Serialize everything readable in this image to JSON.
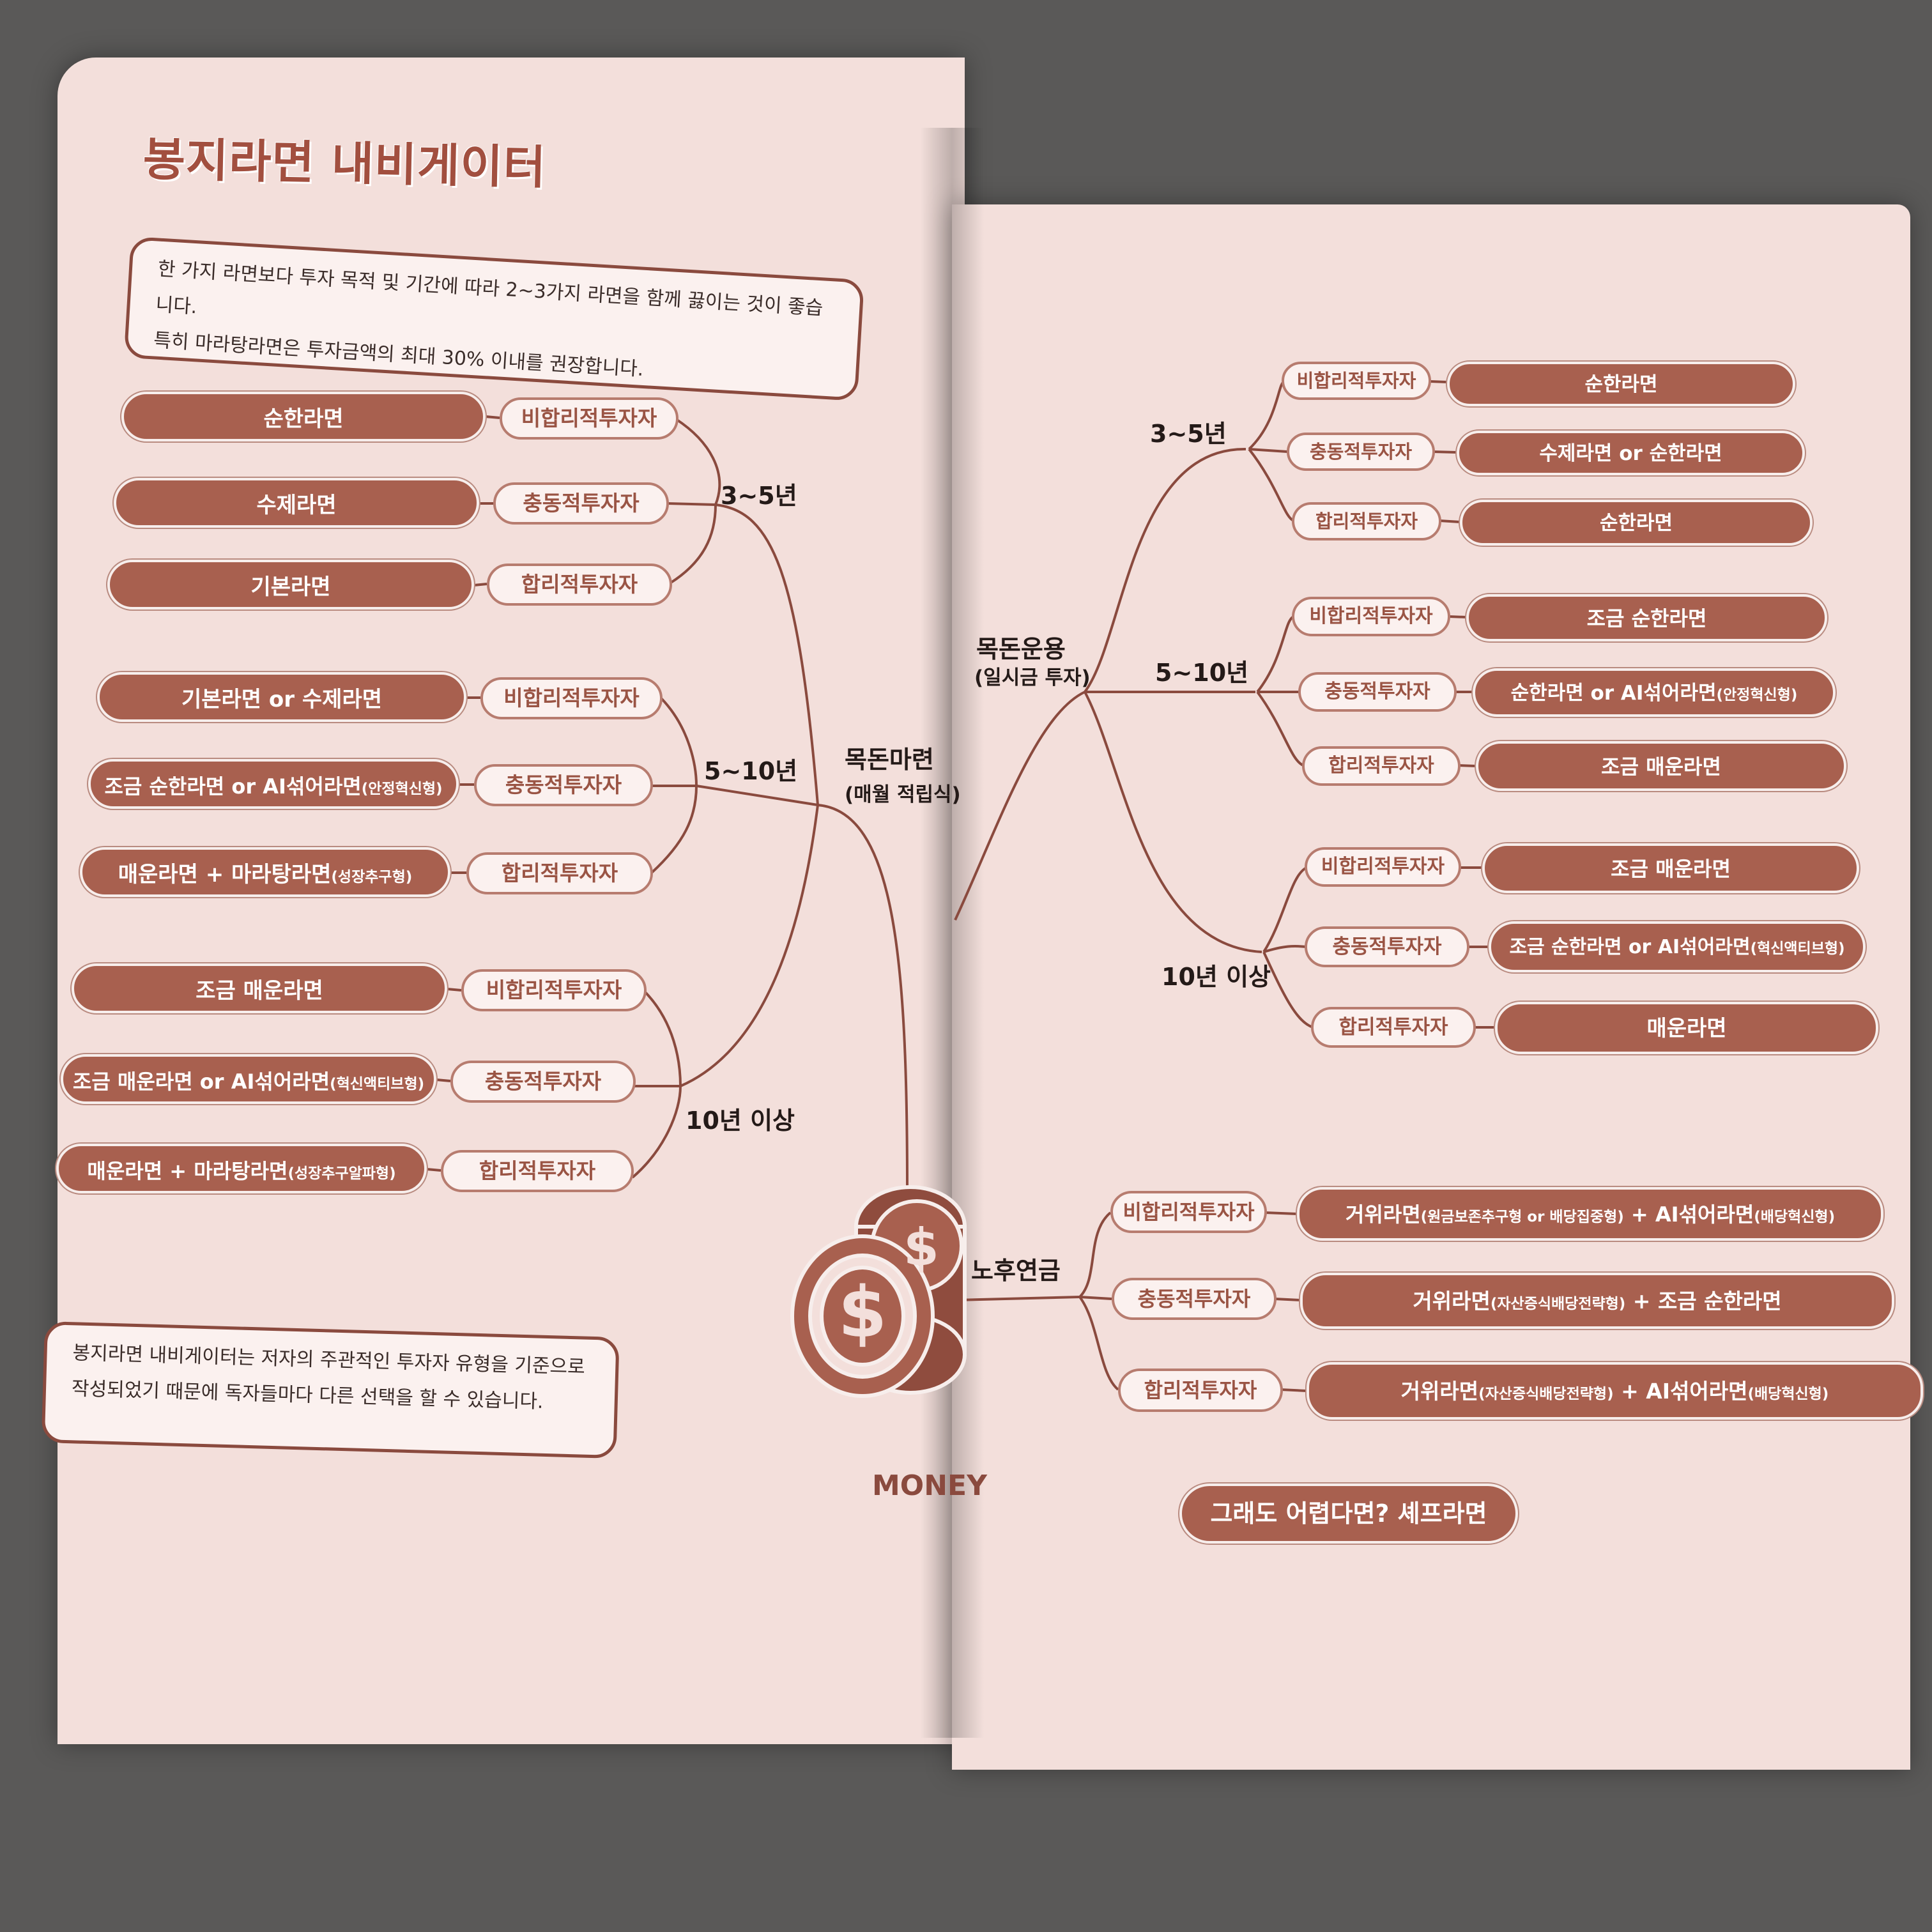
{
  "title": "봉지라면 내비게이터",
  "intro_note": {
    "line1": "한 가지 라면보다 투자 목적 및 기간에 따라 2~3가지 라면을 함께 끓이는 것이 좋습니다.",
    "line2": "특히 마라탕라면은 투자금액의 최대 30% 이내를 권장합니다."
  },
  "disclaimer_note": {
    "line1": "봉지라면 내비게이터는 저자의 주관적인 투자자 유형을 기준으로",
    "line2": "작성되었기 때문에 독자들마다 다른 선택을 할 수 있습니다."
  },
  "center": {
    "money_label": "MONEY"
  },
  "branches": {
    "mokdon_maryeon": {
      "label": "목돈마련",
      "sub": "(매월 적립식)",
      "periods": [
        {
          "label": "3~5년",
          "items": [
            {
              "type": "비합리적투자자",
              "product": "순한라면"
            },
            {
              "type": "충동적투자자",
              "product": "수제라면"
            },
            {
              "type": "합리적투자자",
              "product": "기본라면"
            }
          ]
        },
        {
          "label": "5~10년",
          "items": [
            {
              "type": "비합리적투자자",
              "product": "기본라면 or 수제라면"
            },
            {
              "type": "충동적투자자",
              "product": "조금 순한라면 or AI섞어라면",
              "note": "(안정혁신형)"
            },
            {
              "type": "합리적투자자",
              "product": "매운라면 + 마라탕라면",
              "note": "(성장추구형)"
            }
          ]
        },
        {
          "label": "10년 이상",
          "items": [
            {
              "type": "비합리적투자자",
              "product": "조금 매운라면"
            },
            {
              "type": "충동적투자자",
              "product": "조금 매운라면 or AI섞어라면",
              "note": "(혁신액티브형)"
            },
            {
              "type": "합리적투자자",
              "product": "매운라면 + 마라탕라면",
              "note": "(성장추구알파형)"
            }
          ]
        }
      ]
    },
    "mokdon_unyong": {
      "label": "목돈운용",
      "sub": "(일시금 투자)",
      "periods": [
        {
          "label": "3~5년",
          "items": [
            {
              "type": "비합리적투자자",
              "product": "순한라면"
            },
            {
              "type": "충동적투자자",
              "product": "수제라면 or 순한라면"
            },
            {
              "type": "합리적투자자",
              "product": "순한라면"
            }
          ]
        },
        {
          "label": "5~10년",
          "items": [
            {
              "type": "비합리적투자자",
              "product": "조금 순한라면"
            },
            {
              "type": "충동적투자자",
              "product": "순한라면 or AI섞어라면",
              "note": "(안정혁신형)"
            },
            {
              "type": "합리적투자자",
              "product": "조금 매운라면"
            }
          ]
        },
        {
          "label": "10년 이상",
          "items": [
            {
              "type": "비합리적투자자",
              "product": "조금 매운라면"
            },
            {
              "type": "충동적투자자",
              "product": "조금 순한라면 or AI섞어라면",
              "note": "(혁신액티브형)"
            },
            {
              "type": "합리적투자자",
              "product": "매운라면"
            }
          ]
        }
      ]
    },
    "nohu_yeongeum": {
      "label": "노후연금",
      "items": [
        {
          "type": "비합리적투자자",
          "p1": "거위라면",
          "n1": "(원금보존추구형 or 배당집중형)",
          "p2": " + AI섞어라면",
          "n2": "(배당혁신형)"
        },
        {
          "type": "충동적투자자",
          "p1": "거위라면",
          "n1": "(자산증식배당전략형)",
          "p2": " + 조금 순한라면",
          "n2": ""
        },
        {
          "type": "합리적투자자",
          "p1": "거위라면",
          "n1": "(자산증식배당전략형)",
          "p2": " + AI섞어라면",
          "n2": "(배당혁신형)"
        }
      ]
    }
  },
  "chef_button": "그래도 어렵다면? 셰프라면",
  "colors": {
    "accent": "#a8604f",
    "page": "#f3dfdb",
    "line": "#8a4a3e",
    "background": "#5a5958"
  }
}
